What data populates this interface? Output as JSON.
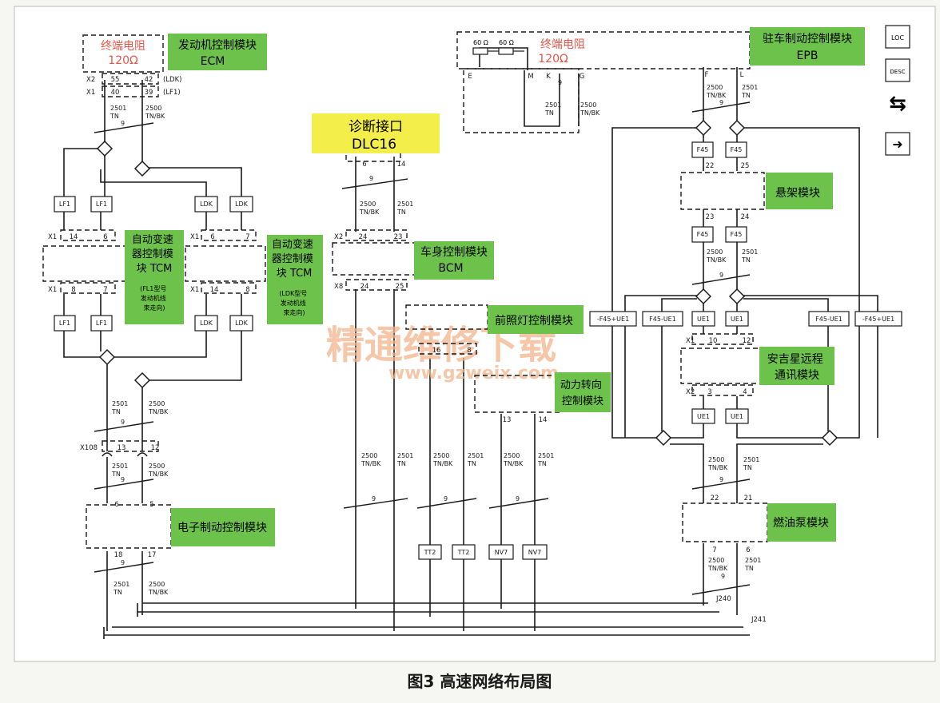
{
  "caption": "图3 高速网络布局图",
  "watermark": {
    "line1": "精通维修下载",
    "line2": "www.gzweix.com"
  },
  "colors": {
    "module_label_bg": "#6cc24a",
    "dlc_label_bg": "#f4ee4a",
    "resistor_text": "#e5564a",
    "wire": "#1a1a1a",
    "watermark": "#f2b48c"
  },
  "right_icons": {
    "loc": "LOC",
    "desc": "DESC",
    "transfer": "⇆",
    "arrow": "➜"
  },
  "modules": {
    "ecm": {
      "name": "发动机控制模块",
      "abbr": "ECM"
    },
    "epb": {
      "name": "驻车制动控制模块",
      "abbr": "EPB"
    },
    "dlc": {
      "name": "诊断接口",
      "abbr": "DLC16"
    },
    "tcm_lf1": {
      "name": "自动变速器控制模块 TCM",
      "note": "(FL1型号发动机线束走向)"
    },
    "tcm_ldk": {
      "name": "自动变速器控制模块 TCM",
      "note": "(LDK型号发动机线束走向)"
    },
    "bcm": {
      "name": "车身控制模块",
      "abbr": "BCM"
    },
    "headlamp": {
      "name": "前照灯控制模块"
    },
    "power_steering": {
      "name": "动力转向控制模块"
    },
    "suspension": {
      "name": "悬架模块"
    },
    "onstar": {
      "name": "安吉星远程通讯模块"
    },
    "ebcm": {
      "name": "电子制动控制模块"
    },
    "fuel_pump": {
      "name": "燃油泵模块"
    }
  },
  "resistors": {
    "left_title": "终端电阻",
    "left_value": "120Ω",
    "right_title": "终端电阻",
    "right_value": "120Ω",
    "small_value": "60 Ω"
  },
  "wires": {
    "tn": "TN",
    "tnbk": "TN/BK",
    "c2500": "2500",
    "c2501": "2501",
    "twist": "9"
  },
  "options": {
    "lf1": "LF1",
    "ldk": "LDK",
    "f45": "F45",
    "ue1": "UE1",
    "tt2": "TT2",
    "nv7": "NV7",
    "f45_ue1_minus": "F45-UE1",
    "f45_ue1_plus_left": "-F45+UE1",
    "f45_ue1_plus_right": "-F45+UE1",
    "f45_ue1_right": "F45-UE1"
  },
  "connectors": {
    "x1": "X1",
    "x2": "X2",
    "x8": "X8",
    "x108": "X108",
    "ldk_tag": "(LDK)",
    "lf1_tag": "(LF1)",
    "j240": "J240",
    "j241": "J241"
  },
  "pins": {
    "ecm": [
      "55",
      "42",
      "40",
      "39"
    ],
    "epb": [
      "F",
      "L",
      "E",
      "M",
      "K",
      "G"
    ],
    "dlc": [
      "6",
      "14"
    ],
    "tcm_lf1": [
      "14",
      "6",
      "8",
      "7"
    ],
    "tcm_ldk": [
      "6",
      "7",
      "14",
      "8"
    ],
    "bcm": [
      "24",
      "23",
      "24",
      "25"
    ],
    "suspension": [
      "22",
      "25",
      "23",
      "24"
    ],
    "headlamp": [
      "16",
      "8"
    ],
    "power_steering": [
      "13",
      "14"
    ],
    "onstar": [
      "10",
      "12",
      "3",
      "4"
    ],
    "x108": [
      "13",
      "12"
    ],
    "ebcm": [
      "6",
      "5",
      "18",
      "17"
    ],
    "fuel_pump": [
      "22",
      "21",
      "7",
      "6"
    ]
  }
}
